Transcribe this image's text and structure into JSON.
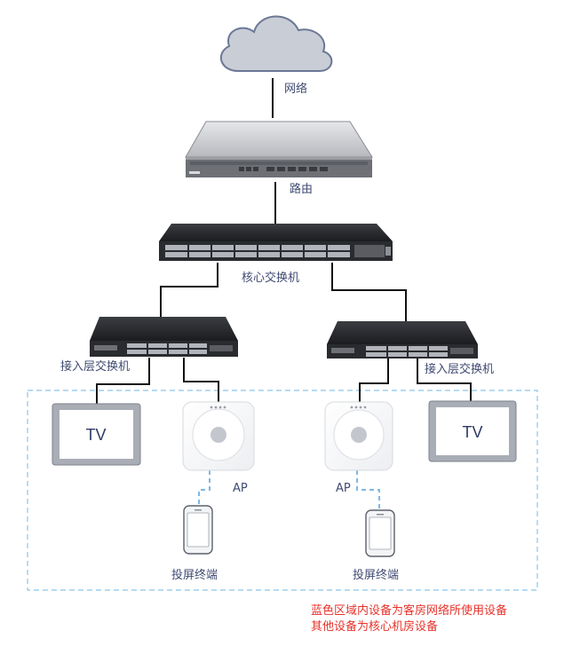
{
  "labels": {
    "internet": "网络",
    "router": "路由",
    "core_switch": "核心交换机",
    "access_switch_left": "接入层交换机",
    "access_switch_right": "接入层交换机",
    "tv_left": "TV",
    "tv_right": "TV",
    "ap_left": "AP",
    "ap_right": "AP",
    "terminal_left": "投屏终端",
    "terminal_right": "投屏终端"
  },
  "notes": {
    "line1": "蓝色区域内设备为客房网络所使用设备",
    "line2": "其他设备为核心机房设备"
  },
  "colors": {
    "link": "#111111",
    "wireless_link": "#7fb8e6",
    "guest_zone_border": "#8cc4ec",
    "note_text": "#e8322b",
    "label_text": "#3f4a72",
    "cloud": "#c9cdd6"
  }
}
